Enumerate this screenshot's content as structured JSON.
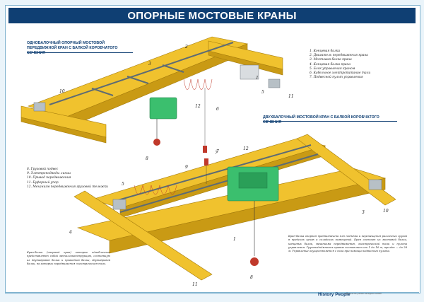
{
  "title": "ОПОРНЫЕ МОСТОВЫЕ КРАНЫ",
  "caption_single": [
    "ОДНОБАЛОЧНЫЙ ОПОРНЫЙ МОСТОВОЙ",
    "ПЕРЕДВИЖНОЙ КРАН С БАЛКОЙ КОРОБЧАТОГО СЕЧЕНИЯ"
  ],
  "caption_double": "ДВУХБАЛОЧНЫЙ МОСТОВОЙ КРАН С БАЛКОЙ КОРОБЧАТОГО СЕЧЕНИЯ",
  "legend_top": [
    "1. Концевая балка",
    "2. Двигатель передвижения крана",
    "3. Мостовая балка крана",
    "4. Концевая балка крана",
    "5. Блок управления краном",
    "6. Кабельное электропитание тали",
    "7. Подвесной пульт управления"
  ],
  "legend_bottom": [
    "8. Грузовой подвес",
    "9. Электроподводы линии",
    "10. Привод передвижения",
    "11. Буферный упор",
    "12. Механизм передвижения грузовой тележки"
  ],
  "text_left": "Кран-балка (опорный кран) которые одноблочные представляют собой металлоконструкцию, состоящую из двутавровой балки и приводной балки, двутавровой балки, на которых передвигается электрическая таль.",
  "text_right": "Кран-балка опорная предназначена для подъёма и перемещения различных грузов в пределах цехов и складских помещений. Кран состоит из мостовой балки, концевых балок, механизма передвижения, электрической тали и пульта управления. Грузоподъёмность кранов составляет от 1 до 16 т, пролёт — до 28 м. Управление осуществляется с пола при помощи подвесного пульта.",
  "brand": "History People",
  "publisher": "Издательство учебных наглядных пособий",
  "numbers_top": [
    "1",
    "2",
    "3",
    "5",
    "6",
    "7",
    "8",
    "10",
    "11",
    "12"
  ],
  "numbers_bottom": [
    "1",
    "3",
    "4",
    "5",
    "7",
    "8",
    "9",
    "10",
    "11",
    "12"
  ],
  "colors": {
    "title_bg": "#0f3f73",
    "beam": "#f0c22e",
    "beam_dark": "#c99a14",
    "trolley": "#3bbf6e",
    "rail": "#5d6b74",
    "motor": "#b7c0c6",
    "hook": "#c0392b"
  }
}
